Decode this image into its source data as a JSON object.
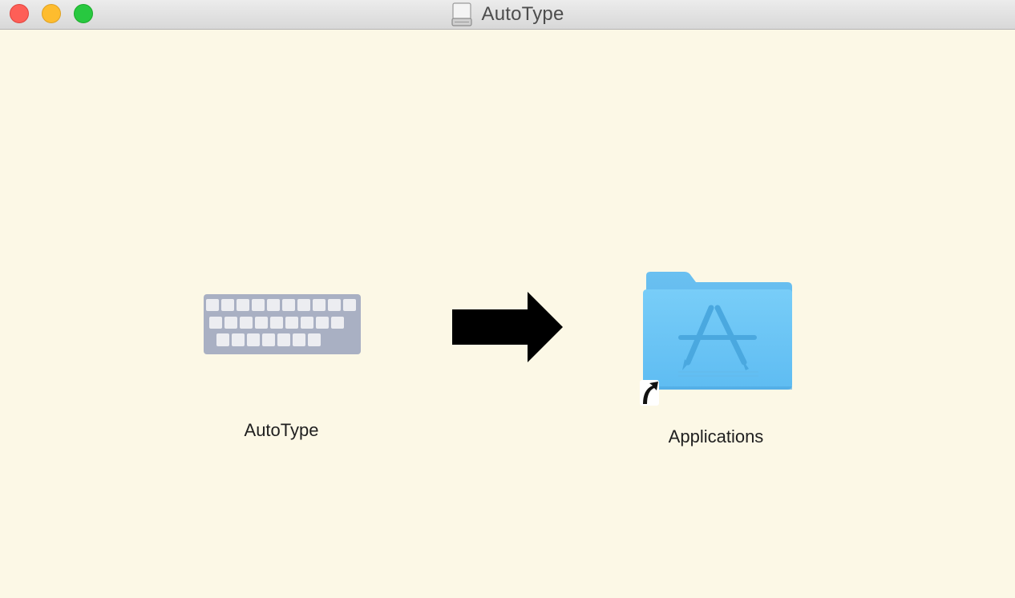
{
  "window": {
    "title": "AutoType",
    "title_icon": "disk-image-icon"
  },
  "titlebar": {
    "buttons": [
      "close",
      "minimize",
      "zoom"
    ]
  },
  "items": [
    {
      "label": "AutoType",
      "icon": "keyboard-app-icon"
    },
    {
      "label": "Applications",
      "icon": "applications-folder-icon",
      "alias": true
    }
  ],
  "drag_hint_icon": "arrow-right-icon",
  "colors": {
    "background": "#fcf8e6",
    "close": "#fe5f57",
    "minimize": "#febc2e",
    "zoom": "#28c840",
    "folder": "#6dc6f6",
    "keyboard": "#a9b0c3"
  }
}
